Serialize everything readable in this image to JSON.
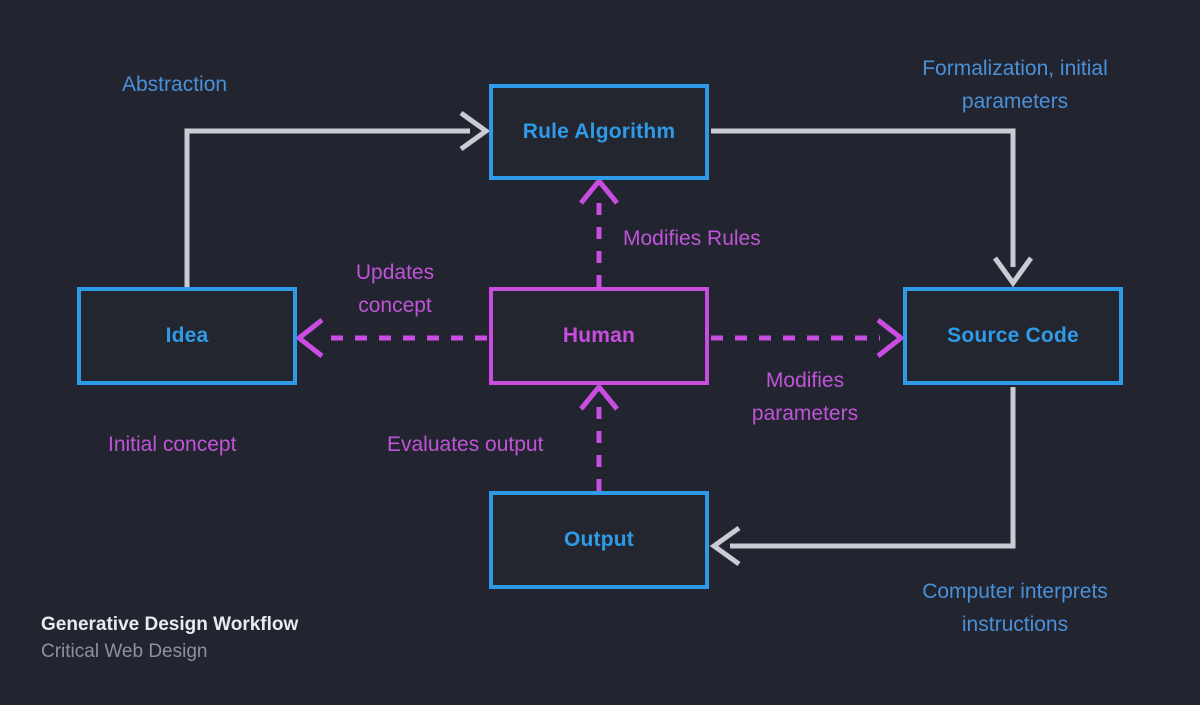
{
  "diagram": {
    "background_color": "#22252f",
    "colors": {
      "blue": "#2f9ae8",
      "blue_text": "#4a90d9",
      "magenta": "#c94de0",
      "magenta_text": "#bf54d8",
      "gray_arrow": "#c9ccd4",
      "title_text": "#e8eaf0",
      "subtitle_text": "#8d919c"
    },
    "nodes": [
      {
        "id": "idea",
        "label": "Idea",
        "color": "blue"
      },
      {
        "id": "rule",
        "label": "Rule Algorithm",
        "color": "blue"
      },
      {
        "id": "human",
        "label": "Human",
        "color": "magenta"
      },
      {
        "id": "source",
        "label": "Source Code",
        "color": "blue"
      },
      {
        "id": "output",
        "label": "Output",
        "color": "blue"
      }
    ],
    "edge_labels": {
      "abstraction": "Abstraction",
      "formalization": "Formalization, initial\nparameters",
      "updates_concept": "Updates\nconcept",
      "modifies_rules": "Modifies Rules",
      "initial_concept": "Initial concept",
      "evaluates_output": "Evaluates output",
      "modifies_parameters": "Modifies\nparameters",
      "computer_interprets": "Computer interprets\ninstructions"
    },
    "edges": [
      {
        "from": "idea",
        "to": "rule",
        "style": "solid",
        "color": "gray",
        "label": "Abstraction"
      },
      {
        "from": "rule",
        "to": "source",
        "style": "solid",
        "color": "gray",
        "label": "Formalization, initial parameters"
      },
      {
        "from": "source",
        "to": "output",
        "style": "solid",
        "color": "gray",
        "label": "Computer interprets instructions"
      },
      {
        "from": "human",
        "to": "idea",
        "style": "dashed",
        "color": "magenta",
        "label": "Updates concept"
      },
      {
        "from": "human",
        "to": "rule",
        "style": "dashed",
        "color": "magenta",
        "label": "Modifies Rules"
      },
      {
        "from": "human",
        "to": "source",
        "style": "dashed",
        "color": "magenta",
        "label": "Modifies parameters"
      },
      {
        "from": "output",
        "to": "human",
        "style": "dashed",
        "color": "magenta",
        "label": "Evaluates output"
      }
    ]
  },
  "caption": {
    "title": "Generative Design Workflow",
    "subtitle": "Critical Web Design"
  }
}
